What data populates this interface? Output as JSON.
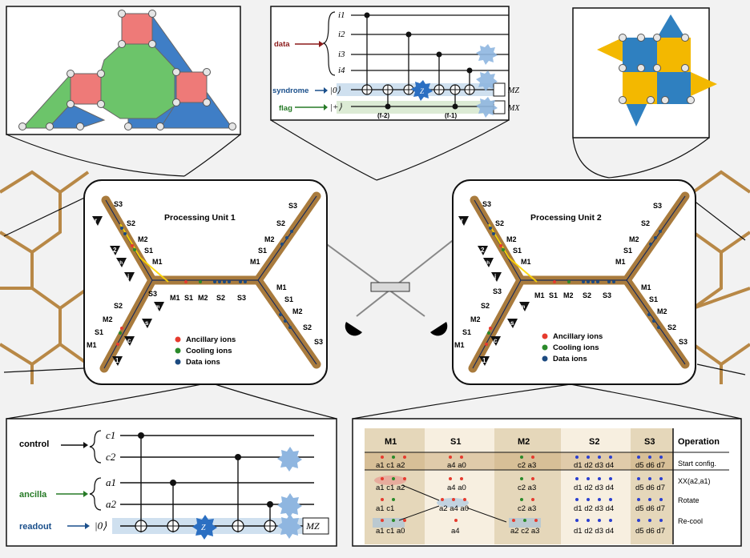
{
  "pu1": {
    "title": "Processing Unit 1"
  },
  "pu2": {
    "title": "Processing Unit 2"
  },
  "legend": {
    "ancillary": "Ancillary ions",
    "cooling": "Cooling ions",
    "data": "Data ions"
  },
  "zones": {
    "s3": "S3",
    "s2": "S2",
    "s1": "S1",
    "m2": "M2",
    "m1": "M1"
  },
  "markers": {
    "r": "r",
    "two": "2",
    "sh": "sh",
    "j": "j",
    "m": "m",
    "s": "s",
    "c": "c",
    "one": "1"
  },
  "circuit_top": {
    "labels": {
      "data": "data",
      "syndrome": "syndrome",
      "flag": "flag"
    },
    "wires": [
      "i1",
      "i2",
      "i3",
      "i4",
      "|0⟩",
      "|+⟩"
    ],
    "meas": [
      "MZ",
      "MX"
    ],
    "steps": [
      "(f-2)",
      "(f-1)"
    ]
  },
  "circuit_bottom": {
    "labels": {
      "control": "control",
      "ancilla": "ancilla",
      "readout": "readout"
    },
    "wires": [
      "c1",
      "c2",
      "a1",
      "a2",
      "|0⟩"
    ],
    "meas": "MZ"
  },
  "gate": {
    "z": "Z"
  },
  "table": {
    "headers": [
      "M1",
      "S1",
      "M2",
      "S2",
      "S3",
      "Operation"
    ],
    "rows": [
      {
        "cells": [
          "a1 c1 a2",
          "a4 a0",
          "c2 a3",
          "d1 d2 d3 d4",
          "d5 d6 d7"
        ],
        "op": "Start config."
      },
      {
        "cells": [
          "a1 c1 a2",
          "a4 a0",
          "c2 a3",
          "d1 d2 d3 d4",
          "d5 d6 d7"
        ],
        "op": "XX(a2,a1)"
      },
      {
        "cells": [
          "a1 c1",
          "a2 a4 a0",
          "c2 a3",
          "d1 d2 d3 d4",
          "d5 d6 d7"
        ],
        "op": "Rotate"
      },
      {
        "cells": [
          "a1 c1 a0",
          "a4",
          "a2 c2 a3",
          "d1 d2 d3 d4",
          "d5 d6 d7"
        ],
        "op": "Re-cool"
      }
    ]
  },
  "colors": {
    "ancilla": "#e63b2e",
    "cooling": "#2a8a2a",
    "data": "#1c4a80",
    "rail": "#a97b3d",
    "red_tile": "#ee7a78",
    "green_tile": "#6cc46a",
    "blue_tile": "#3f7ec6",
    "blue_sq": "#2f80c0",
    "yellow": "#f3b800"
  }
}
